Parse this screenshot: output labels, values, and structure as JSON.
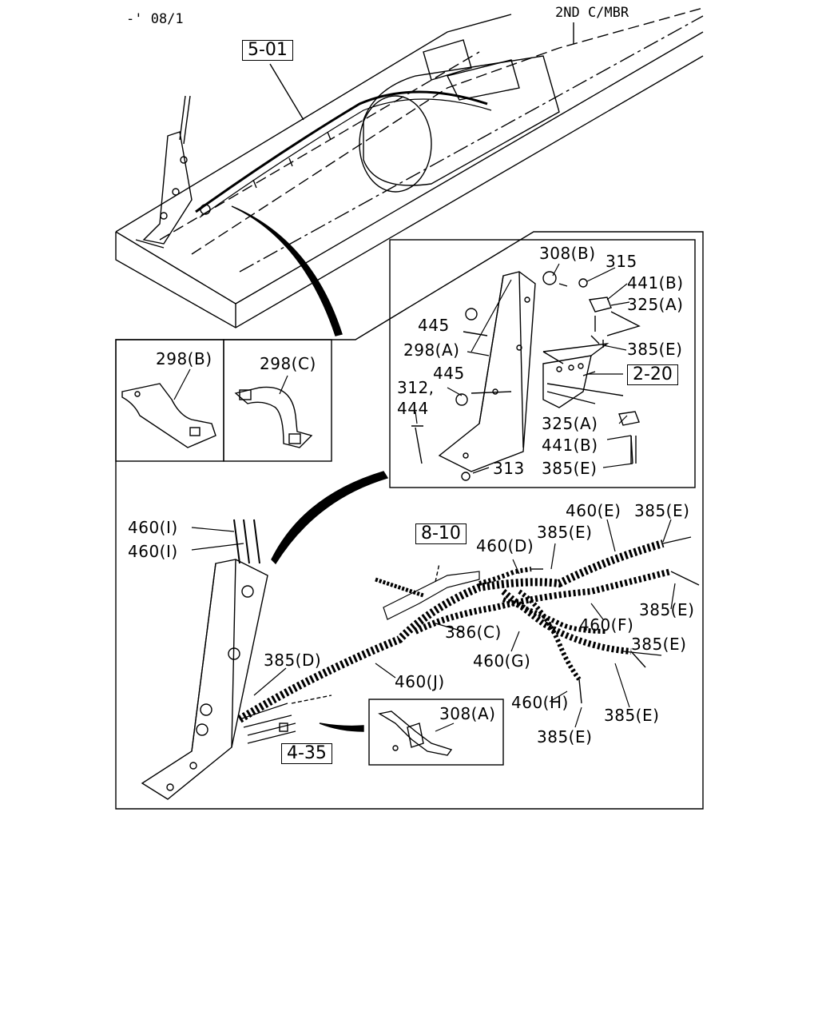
{
  "header": {
    "date_code": "-' 08/1",
    "frame_label": "2ND C/MBR"
  },
  "refs": {
    "r501": "5-01",
    "r220": "2-20",
    "r810": "8-10",
    "r435": "4-35"
  },
  "callouts": {
    "c308b": "308(B)",
    "c315": "315",
    "c441b_top": "441(B)",
    "c325a_top": "325(A)",
    "c445_top": "445",
    "c298a": "298(A)",
    "c385e_top": "385(E)",
    "c445_mid": "445",
    "c312": "312,",
    "c444": "444",
    "c325a_bot": "325(A)",
    "c441b_bot": "441(B)",
    "c385e_bot": "385(E)",
    "c313": "313",
    "c298b": "298(B)",
    "c298c": "298(C)",
    "c460i_1": "460(I)",
    "c460i_2": "460(I)",
    "c460e": "460(E)",
    "c385e_a": "385(E)",
    "c385e_b": "385(E)",
    "c460d": "460(D)",
    "c385e_c": "385(E)",
    "c460f": "460(F)",
    "c386c": "386(C)",
    "c460g": "460(G)",
    "c385e_d": "385(E)",
    "c385d": "385(D)",
    "c460j": "460(J)",
    "c460h": "460(H)",
    "c385e_e": "385(E)",
    "c385e_f": "385(E)",
    "c308a": "308(A)"
  }
}
